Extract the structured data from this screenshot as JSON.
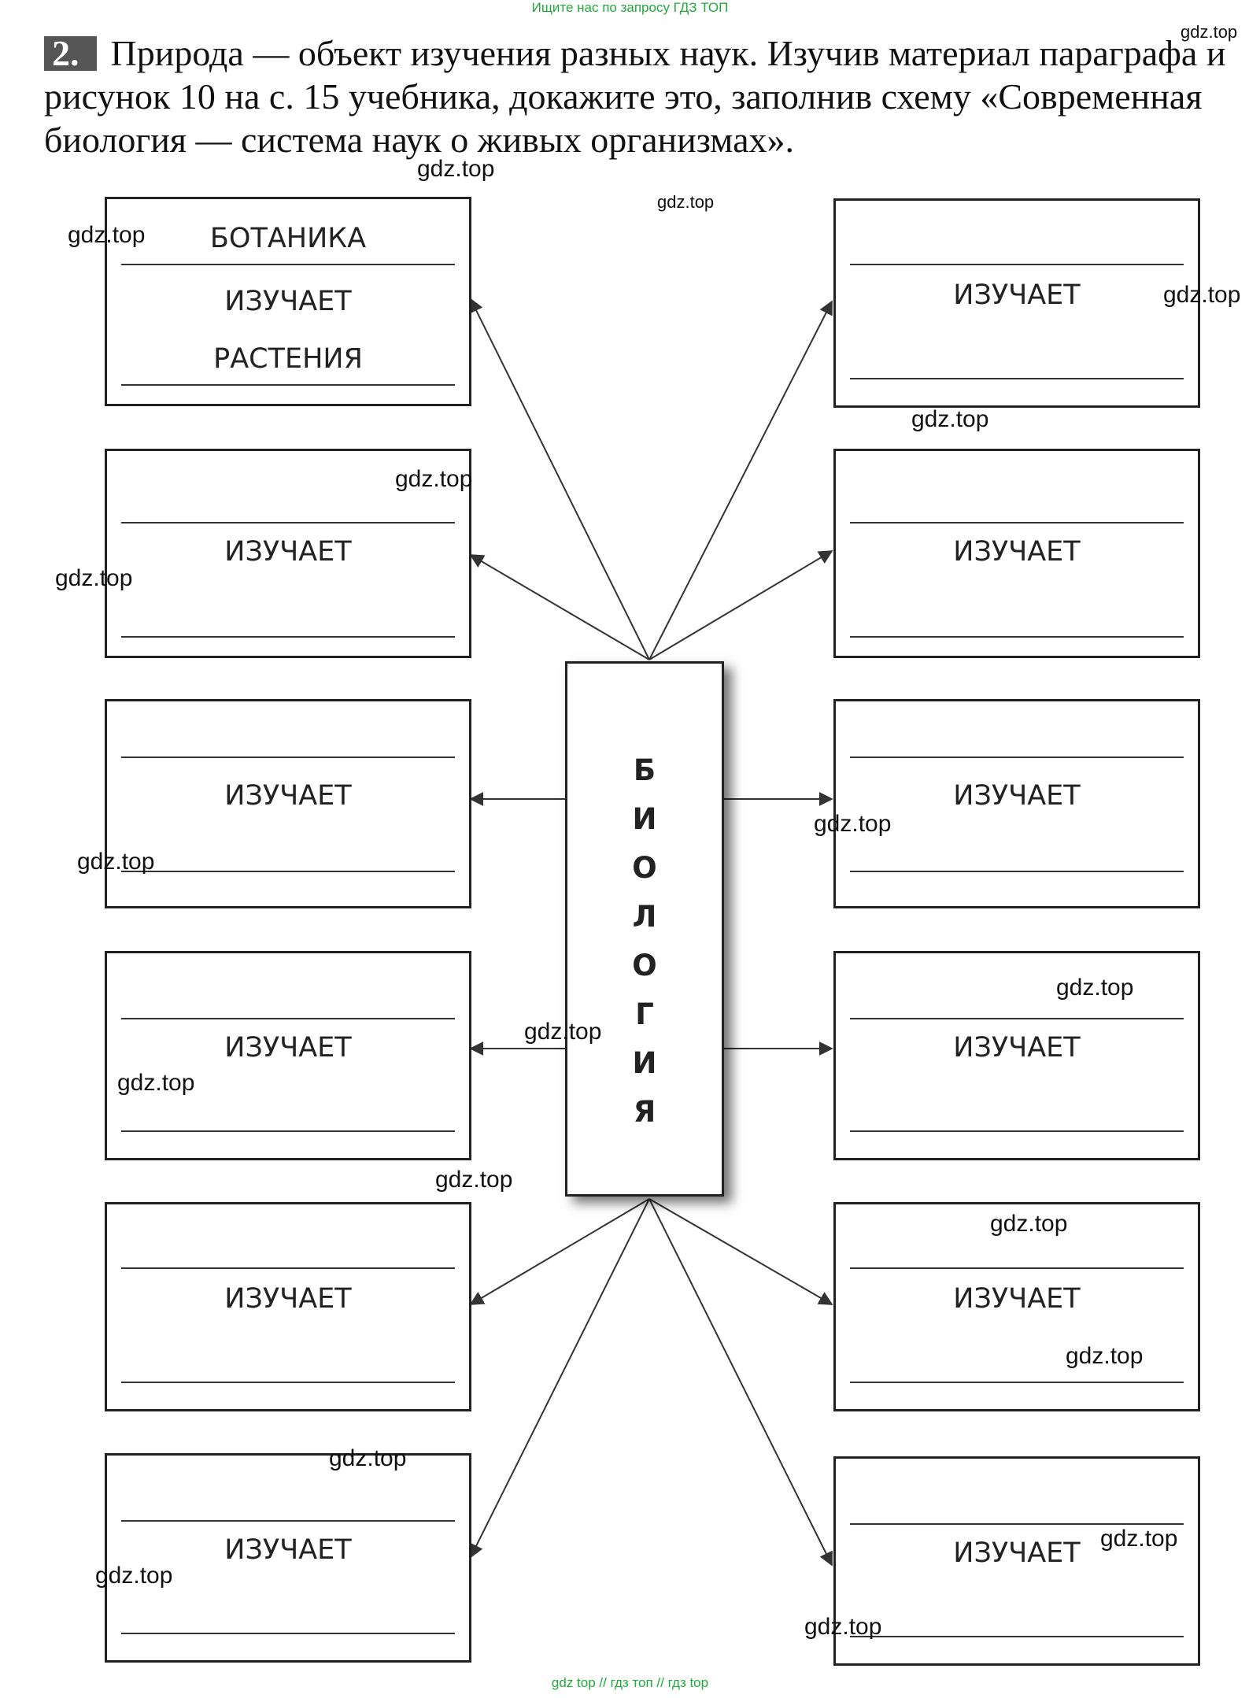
{
  "top_banner": "Ищите нас по запросу ГДЗ ТОП",
  "task": {
    "number": "2.",
    "text": "Природа — объект изучения разных наук. Изучив материал параграфа и рисунок 10 на с. 15 учебника, докажите это, заполнив схему «Современная биология — система наук о живых организмах»."
  },
  "center": {
    "letters": [
      "Б",
      "И",
      "О",
      "Л",
      "О",
      "Г",
      "И",
      "Я"
    ]
  },
  "boxes": {
    "left_1": {
      "science": "БОТАНИКА",
      "studies": "ИЗУЧАЕТ",
      "object": "РАСТЕНИЯ"
    },
    "left_2": {
      "studies": "ИЗУЧАЕТ"
    },
    "left_3": {
      "studies": "ИЗУЧАЕТ"
    },
    "left_4": {
      "studies": "ИЗУЧАЕТ"
    },
    "left_5": {
      "studies": "ИЗУЧАЕТ"
    },
    "left_6": {
      "studies": "ИЗУЧАЕТ"
    },
    "right_1": {
      "studies": "ИЗУЧАЕТ"
    },
    "right_2": {
      "studies": "ИЗУЧАЕТ"
    },
    "right_3": {
      "studies": "ИЗУЧАЕТ"
    },
    "right_4": {
      "studies": "ИЗУЧАЕТ"
    },
    "right_5": {
      "studies": "ИЗУЧАЕТ"
    },
    "right_6": {
      "studies": "ИЗУЧАЕТ"
    }
  },
  "watermark": "gdz.top",
  "bottom_banner": "gdz top // гдз топ // гдз top"
}
